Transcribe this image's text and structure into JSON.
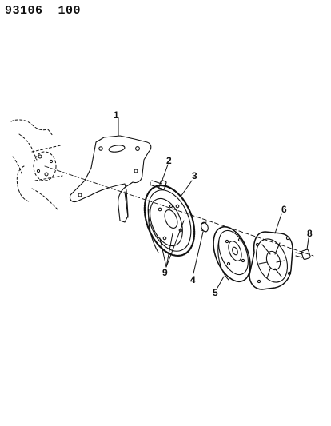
{
  "header": {
    "part_code": "93106",
    "sheet": "100"
  },
  "callouts": [
    {
      "id": "1",
      "text": "1",
      "part": "engine-adapter-plate"
    },
    {
      "id": "2",
      "text": "2",
      "part": "flywheel-bolt"
    },
    {
      "id": "3",
      "text": "3",
      "part": "flywheel"
    },
    {
      "id": "4",
      "text": "4",
      "part": "pilot-bushing"
    },
    {
      "id": "5",
      "text": "5",
      "part": "clutch-disc"
    },
    {
      "id": "6",
      "text": "6",
      "part": "pressure-plate"
    },
    {
      "id": "8",
      "text": "8",
      "part": "pressure-plate-bolt"
    },
    {
      "id": "9",
      "text": "9",
      "part": "dowel-pins"
    }
  ]
}
